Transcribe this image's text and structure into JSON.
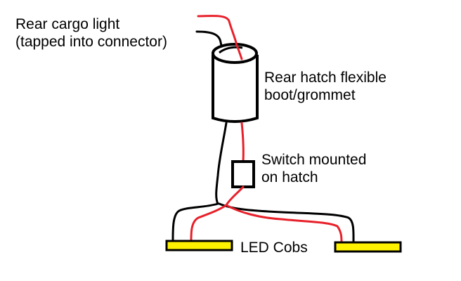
{
  "labels": {
    "cargo_light": [
      "Rear cargo light",
      "(tapped into connector)"
    ],
    "boot": [
      "Rear hatch flexible",
      "boot/grommet"
    ],
    "switch": [
      "Switch mounted",
      "on hatch"
    ],
    "led": "LED Cobs"
  },
  "colors": {
    "wire_positive": "#e8202a",
    "wire_ground": "#000000",
    "led_fill": "#fff200",
    "outline": "#000000",
    "background": "#ffffff"
  }
}
